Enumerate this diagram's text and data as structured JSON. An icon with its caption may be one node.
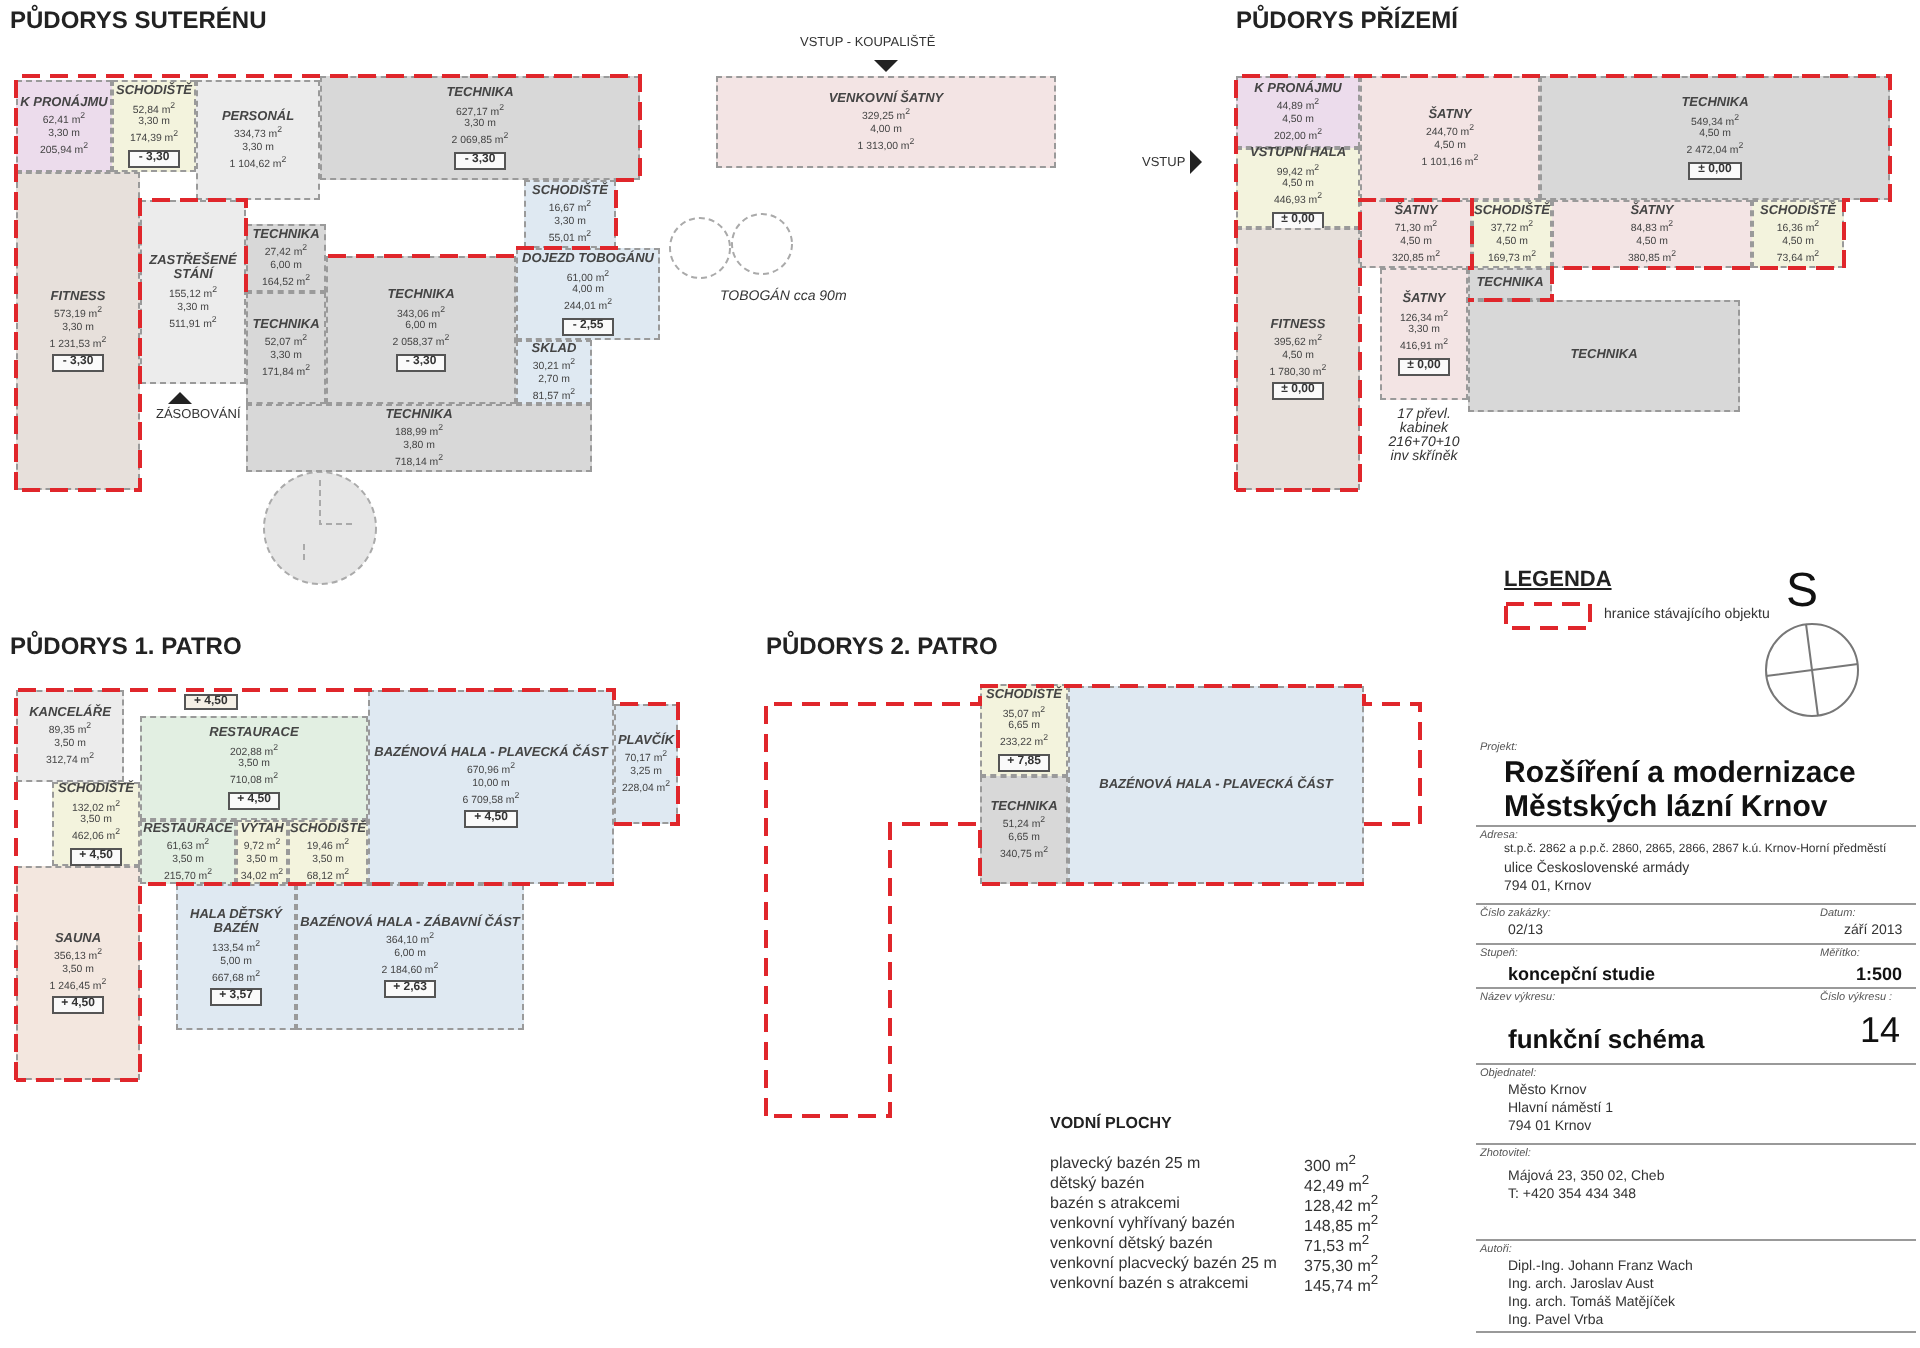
{
  "diagram": {
    "nodes": [
      {
        "text": [
          "K PRONÁJMU",
          "62,41 m$^{2}$",
          "3,30 m",
          "205,94 m$^{2}$"
        ]
      },
      {
        "text": [
          "SCHODIŠTĚ",
          "52,84 m$^{2}$",
          "3,30 m",
          "174,39 m$^{2}$",
          "- 3,30"
        ]
      },
      {
        "text": [
          "PERSONÁL",
          "334,73 m$^{2}$",
          "3,30 m",
          "1 104,62 m$^{2}$"
        ]
      },
      {
        "text": [
          "FITNESS",
          "573,19 m$^{2}$",
          "3,30 m",
          "1 231,53 m$^{2}$",
          "- 3,30"
        ]
      },
      {
        "text": [
          "ZASTŘEŠENÉ STÁNÍ",
          "155,12 m$^{2}$",
          "3,30 m",
          "511,91 m$^{2}$"
        ]
      },
      {
        "text": [
          "TECHNIKA",
          "627,17 m$^{2}$",
          "3,30 m",
          "2 069,85 m$^{2}$",
          "- 3,30"
        ]
      },
      {
        "text": [
          "SCHODIŠTĚ",
          "16,67 m$^{2}$",
          "3,30 m",
          "55,01 m$^{2}$"
        ]
      },
      {
        "text": [
          "TECHNIKA",
          "27,42 m$^{2}$",
          "6,00 m",
          "164,52 m$^{2}$"
        ]
      },
      {
        "text": [
          "TECHNIKA",
          "52,07 m$^{2}$",
          "3,30 m",
          "171,84 m$^{2}$"
        ]
      },
      {
        "text": [
          "TECHNIKA",
          "343,06 m$^{2}$",
          "6,00 m",
          "2 058,37 m$^{2}$",
          "- 3,30"
        ]
      },
      {
        "text": [
          "DOJEZD TOBOGÁNU",
          "61,00 m$^{2}$",
          "4,00 m",
          "244,01 m$^{2}$",
          "- 2,55"
        ]
      },
      {
        "text": [
          "SKLAD",
          "30,21 m$^{2}$",
          "2,70 m",
          "81,57 m$^{2}$"
        ]
      },
      {
        "text": [
          "TECHNIKA",
          "188,99 m$^{2}$",
          "3,80 m",
          "718,14 m$^{2}$"
        ]
      },
      {
        "text": [
          "VENKOVNÍ ŠATNY",
          "329,25 m$^{2}$",
          "4,00 m",
          "1 313,00 m$^{2}$"
        ]
      },
      {
        "text": [
          "K PRONÁJMU",
          "44,89 m$^{2}$",
          "4,50 m",
          "202,00 m$^{2}$"
        ]
      },
      {
        "text": [
          "VSTUPNÍ HALA",
          "99,42 m$^{2}$",
          "4,50 m",
          "446,93 m$^{2}$",
          "± 0,00"
        ]
      },
      {
        "text": [
          "FITNESS",
          "395,62 m$^{2}$",
          "4,50 m",
          "1 780,30 m$^{2}$",
          "± 0,00"
        ]
      },
      {
        "text": [
          "ŠATNY",
          "244,70 m$^{2}$",
          "4,50 m",
          "1 101,16 m$^{2}$"
        ]
      },
      {
        "text": [
          "ŠATNY",
          "71,30 m$^{2}$",
          "4,50 m",
          "320,85 m$^{2}$"
        ]
      },
      {
        "text": [
          "SCHODIŠTĚ",
          "37,72 m$^{2}$",
          "4,50 m",
          "169,73 m$^{2}$"
        ]
      },
      {
        "text": [
          "TECHNIKA"
        ]
      },
      {
        "text": [
          "ŠATNY",
          "126,34 m$^{2}$",
          "3,30 m",
          "416,91 m$^{2}$",
          "± 0,00"
        ],
        "beside": [
          "17 převl. kabinek",
          "216+70+10 inv skříněk"
        ]
      },
      {
        "text": [
          "ŠATNY",
          "84,83 m$^{2}$",
          "4,50 m",
          "380,85 m$^{2}$"
        ]
      },
      {
        "text": [
          "TECHNIKA",
          "549,34 m$^{2}$",
          "4,50 m",
          "2 472,04 m$^{2}$",
          "± 0,00"
        ]
      },
      {
        "text": [
          "SCHODIŠTĚ",
          "16,36 m$^{2}$",
          "4,50 m",
          "73,64 m$^{2}$"
        ]
      },
      {
        "text": [
          "TECHNIKA"
        ]
      },
      {
        "text": [
          "KANCELÁŘE",
          "89,35 m$^{2}$",
          "3,50 m",
          "312,74 m$^{2}$"
        ]
      },
      {
        "text": [
          "SCHODIŠTĚ",
          "132,02 m$^{2}$",
          "3,50 m",
          "462,06 m$^{2}$",
          "+ 4,50"
        ]
      },
      {
        "text": [
          "RESTAURACE",
          "202,88 m$^{2}$",
          "3,50 m",
          "710,08 m$^{2}$",
          "+ 4,50"
        ]
      },
      {
        "text": [
          "SAUNA",
          "356,13 m$^{2}$",
          "3,50 m",
          "1 246,45 m$^{2}$",
          "+ 4,50"
        ]
      },
      {
        "text": [
          "RESTAURACE",
          "61,63 m$^{2}$",
          "3,50 m",
          "215,70 m$^{2}$"
        ]
      },
      {
        "text": [
          "VÝTAH",
          "9,72 m$^{2}$",
          "3,50 m",
          "34,02 m$^{2}$"
        ]
      },
      {
        "text": [
          "SCHODIŠTĚ",
          "19,46 m$^{2}$",
          "3,50 m",
          "68,12 m$^{2}$"
        ]
      },
      {
        "text": [
          "BAZÉNOVÁ HALA - PLAVECKÁ ČÁST",
          "670,96 m$^{2}$",
          "10,00 m",
          "6 709,58 m$^{2}$",
          "+ 4,50"
        ]
      },
      {
        "text": [
          "PLAVČÍK",
          "70,17 m$^{2}$",
          "3,25 m",
          "228,04 m$^{2}$"
        ]
      },
      {
        "text": [
          "HALA DĚTSKÝ BAZÉN",
          "133,54 m$^{2}$",
          "5,00 m",
          "667,68 m$^{2}$",
          "+ 3,57"
        ]
      },
      {
        "text": [
          "BAZÉNOVÁ HALA - ZÁBAVNÍ ČÁST",
          "364,10 m$^{2}$",
          "6,00 m",
          "2 184,60 m$^{2}$",
          "+ 2,63"
        ]
      },
      {
        "text": [
          "SCHODIŠTĚ",
          "35,07 m$^{2}$",
          "6,65 m",
          "233,22 m$^{2}$",
          "+ 7,85"
        ]
      },
      {
        "text": [
          "TECHNIKA",
          "51,24 m$^{2}$",
          "6,65 m",
          "340,75 m$^{2}$"
        ]
      },
      {
        "text": [
          "BAZÉNOVÁ HALA - PLAVECKÁ ČÁST"
        ]
      }
    ],
    "labels": [
      "PŮDORYS SUTERÉNU",
      "VSTUP - KOUPALIŠTĚ",
      "PŮDORYS PŘÍZEMÍ",
      "VSTUP",
      "TOBOGÁN cca 90m",
      "ZÁSOBOVÁNÍ",
      "LEGENDA",
      "S",
      "PŮDORYS 1. PATRO",
      "PŮDORYS 2. PATRO",
      "+ 4,50",
      "VODNÍ PLOCHY",
      "plavecký bazén 25 m",
      "300 m$^{2}$",
      "dětský bazén",
      "42,49 m$^{2}$",
      "bazén s atrakcemi",
      "128,42 m$^{2}$",
      "venkovní vyhřívaný bazén",
      "148,85 m$^{2}$",
      "venkovní dětský bazén",
      "71,53 m$^{2}$",
      "venkovní placvecký bazén 25 m",
      "375,30 m$^{2}$",
      "venkovní bazén s atrakcemi",
      "145,74 m$^{2}$",
      "Projekt:",
      "Rozšíření a modernizace Městských lázní Krnov",
      "Adresa:",
      "st.p.č. 2862 a p.p.č. 2860, 2865, 2866, 2867 k.ú. Krnov-Horní předměstí",
      "ulice Československé armády",
      "794 01, Krnov",
      "Číslo zakázky:",
      "02/13",
      "Datum:",
      "září 2013",
      "Stupeň:",
      "koncepční studie",
      "Měřítko:",
      "1:500",
      "Název výkresu:",
      "Číslo výkresu :",
      "funkční schéma",
      "14",
      "Objednatel:",
      "Město Krnov",
      "Hlavní náměstí 1",
      "794 01 Krnov",
      "Zhotovitel:",
      "Májová 23, 350 02, Cheb",
      "T: +420 354 434 348",
      "Autoři:",
      "Dipl.-Ing. Johann Franz Wach",
      "Ing. arch. Jaroslav Aust",
      "Ing. arch. Tomáš Matějíček",
      "Ing. Pavel Vrba"
    ],
    "legend": [
      {
        "text": "hranice stávajícího objektu"
      }
    ]
  }
}
